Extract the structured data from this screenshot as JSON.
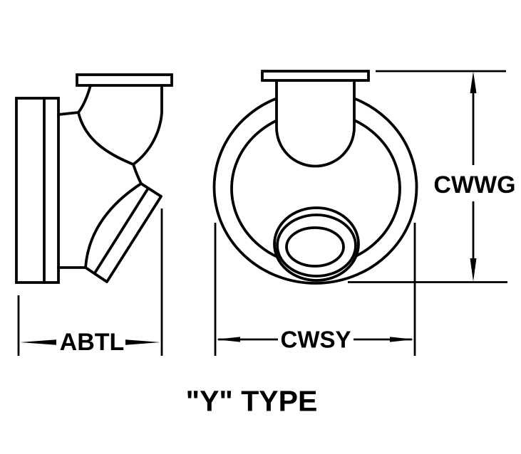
{
  "title": "\"Y\" TYPE",
  "dimensions": {
    "abtl": {
      "label": "ABTL",
      "orientation": "horizontal",
      "view": "side-view"
    },
    "cwsy": {
      "label": "CWSY",
      "orientation": "horizontal",
      "view": "front-view"
    },
    "cwwg": {
      "label": "CWWG",
      "orientation": "vertical",
      "view": "front-view"
    }
  },
  "colors": {
    "line": "#000000",
    "background": "#ffffff"
  }
}
